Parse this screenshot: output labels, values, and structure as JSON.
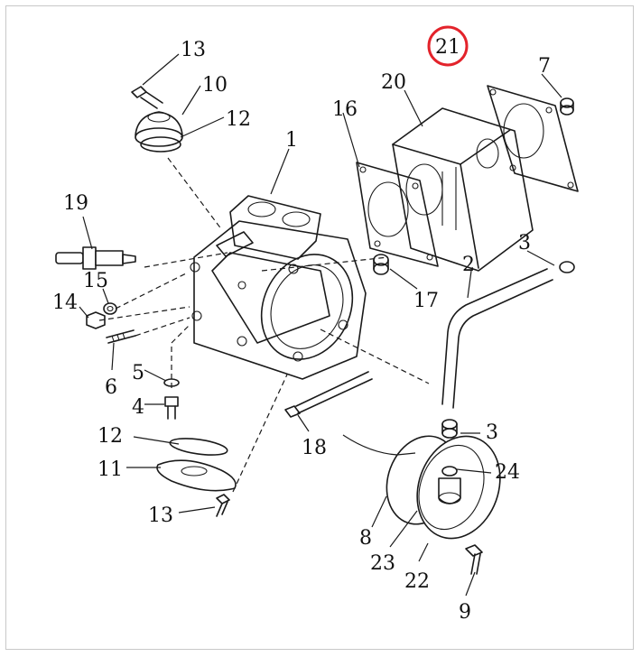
{
  "highlight_color": "#e3232b",
  "highlighted_part": "21",
  "callouts": {
    "c1": "1",
    "c2": "2",
    "c3a": "3",
    "c3b": "3",
    "c4": "4",
    "c5": "5",
    "c6": "6",
    "c7": "7",
    "c8": "8",
    "c9": "9",
    "c10": "10",
    "c11": "11",
    "c12a": "12",
    "c12b": "12",
    "c13a": "13",
    "c13b": "13",
    "c14": "14",
    "c15": "15",
    "c16": "16",
    "c17": "17",
    "c18": "18",
    "c19": "19",
    "c20": "20",
    "c21": "21",
    "c22": "22",
    "c23": "23",
    "c24": "24"
  }
}
